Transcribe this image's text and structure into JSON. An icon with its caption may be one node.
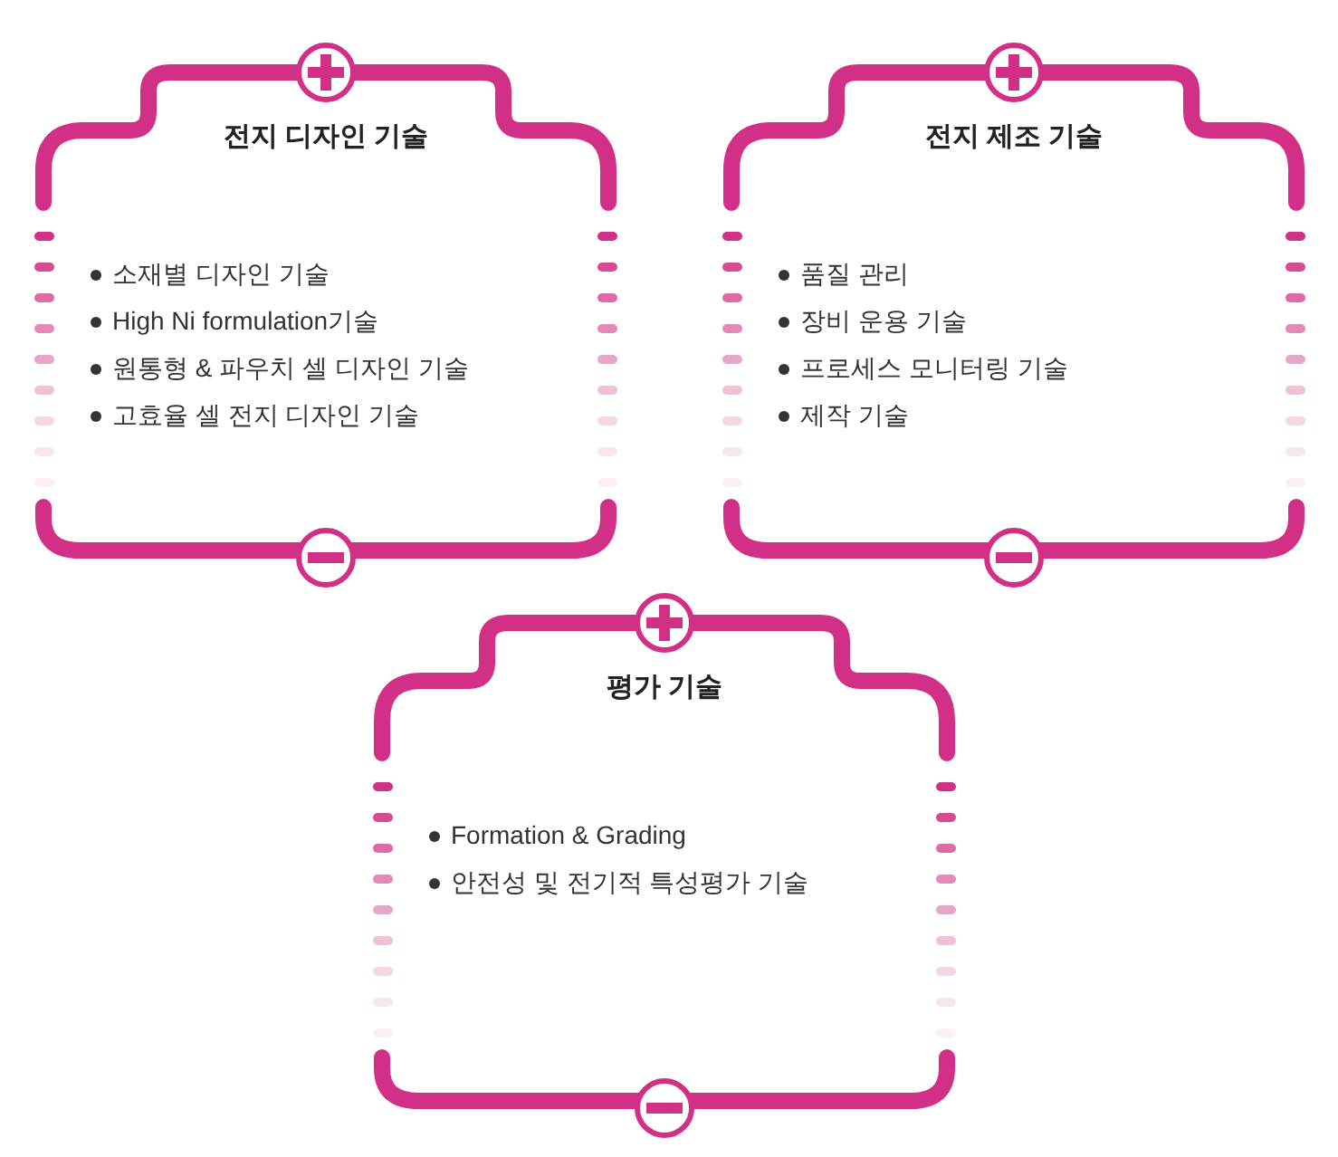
{
  "diagram": {
    "nodes": [
      {
        "text": [
          "전지 디자인 기술",
          "소재별 디자인 기술",
          "High Ni formulation기술",
          "원통형 & 파우치 셀 디자인 기술",
          "고효율 셀 전지 디자인 기술"
        ]
      },
      {
        "text": [
          "전지 제조 기술",
          "품질 관리",
          "장비 운용 기술",
          "프로세스 모니터링 기술",
          "제작 기술"
        ]
      },
      {
        "text": [
          "평가 기술",
          "Formation & Grading",
          "안전성 및 전기적 특성평가 기술"
        ]
      }
    ]
  }
}
